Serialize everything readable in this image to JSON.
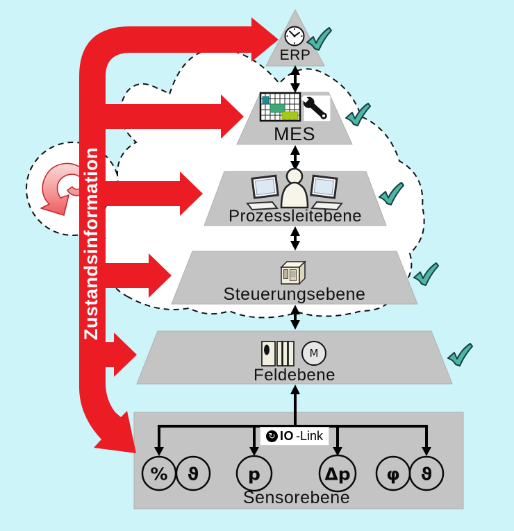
{
  "diagram": {
    "type": "automation-pyramid-with-condition-monitoring",
    "flow_arrow": {
      "label": "Zustandsinformation",
      "color": "#EB1C23",
      "direction": "top-to-bottom, branching right into every level"
    },
    "cloud": {
      "style": "dashed outline, white fill",
      "contains": "refresh-arrow-icon"
    },
    "levels": [
      {
        "id": "erp",
        "label": "ERP",
        "icons": [
          "clock-icon"
        ],
        "checked": true
      },
      {
        "id": "mes",
        "label": "MES",
        "icons": [
          "gantt-chart-icon",
          "wrench-icon"
        ],
        "checked": true
      },
      {
        "id": "process",
        "label": "Prozessleitebene",
        "icons": [
          "operator-workstations-icon"
        ],
        "checked": true
      },
      {
        "id": "control",
        "label": "Steuerungsebene",
        "icons": [
          "plc-cabinet-icon"
        ],
        "checked": true
      },
      {
        "id": "field",
        "label": "Feldebene",
        "icons": [
          "io-module-rack-icon",
          "motor-icon"
        ],
        "motor_label": "M",
        "checked": true
      },
      {
        "id": "sensor",
        "label": "Sensorebene",
        "bus": {
          "logo_glyph": "↻",
          "label_bold": "IO",
          "label_rest": "-Link"
        },
        "sensors": [
          "%",
          "ϑ",
          "p",
          "Δp",
          "φ",
          "ϑ"
        ],
        "checked": false
      }
    ],
    "colors": {
      "background": "#CDF4F9",
      "level_gray": "#C4C4C4",
      "arrow_red": "#EB1C23",
      "checkmark_teal": "#4FB79F",
      "cloud_fill": "#FFFFFF"
    }
  }
}
